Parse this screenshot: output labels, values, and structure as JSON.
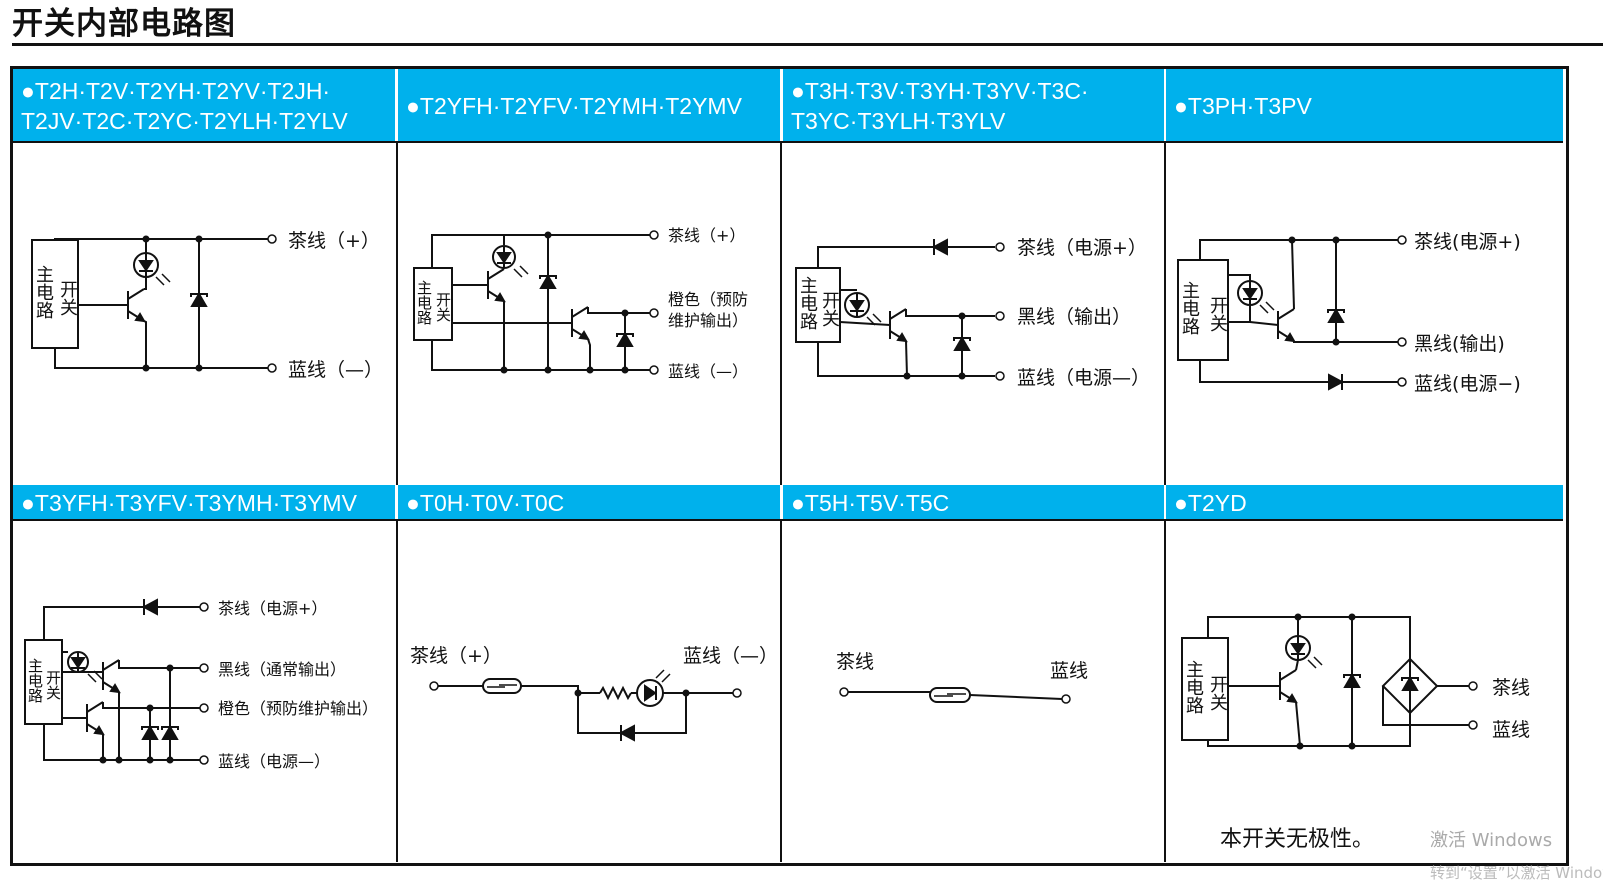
{
  "title": "开关内部电路图",
  "headers": [
    "●T2H·T2V·T2YH·T2YV·T2JH·\n  T2JV·T2C·T2YC·T2YLH·T2YLV",
    "●T2YFH·T2YFV·T2YMH·T2YMV",
    "●T3H·T3V·T3YH·T3YV·T3C·\n  T3YC·T3YLH·T3YLV",
    "●T3PH·T3PV",
    "●T3YFH·T3YFV·T3YMH·T3YMV",
    "●T0H·T0V·T0C",
    "●T5H·T5V·T5C",
    "●T2YD"
  ],
  "box": {
    "main_circuit": "主电路",
    "switch": "开关"
  },
  "labels": {
    "p1": [
      "茶线（+）",
      "蓝线（—）"
    ],
    "p2": [
      "茶线（+）",
      "橙色（预防",
      "维护输出）",
      "蓝线（—）"
    ],
    "p3": [
      "茶线（电源+）",
      "黑线（输出）",
      "蓝线（电源—）"
    ],
    "p4": [
      "茶线(电源+)",
      "黑线(输出)",
      "蓝线(电源−)"
    ],
    "p5": [
      "茶线（电源+）",
      "黑线（通常输出）",
      "橙色（预防维护输出）",
      "蓝线（电源—）"
    ],
    "p6": [
      "茶线（+）",
      "蓝线（—）"
    ],
    "p7": [
      "茶线",
      "蓝线"
    ],
    "p8": [
      "茶线",
      "蓝线"
    ]
  },
  "note": "本开关无极性。",
  "watermark": {
    "line1": "激活 Windows",
    "line2": "转到“设置”以激活 Windows"
  }
}
